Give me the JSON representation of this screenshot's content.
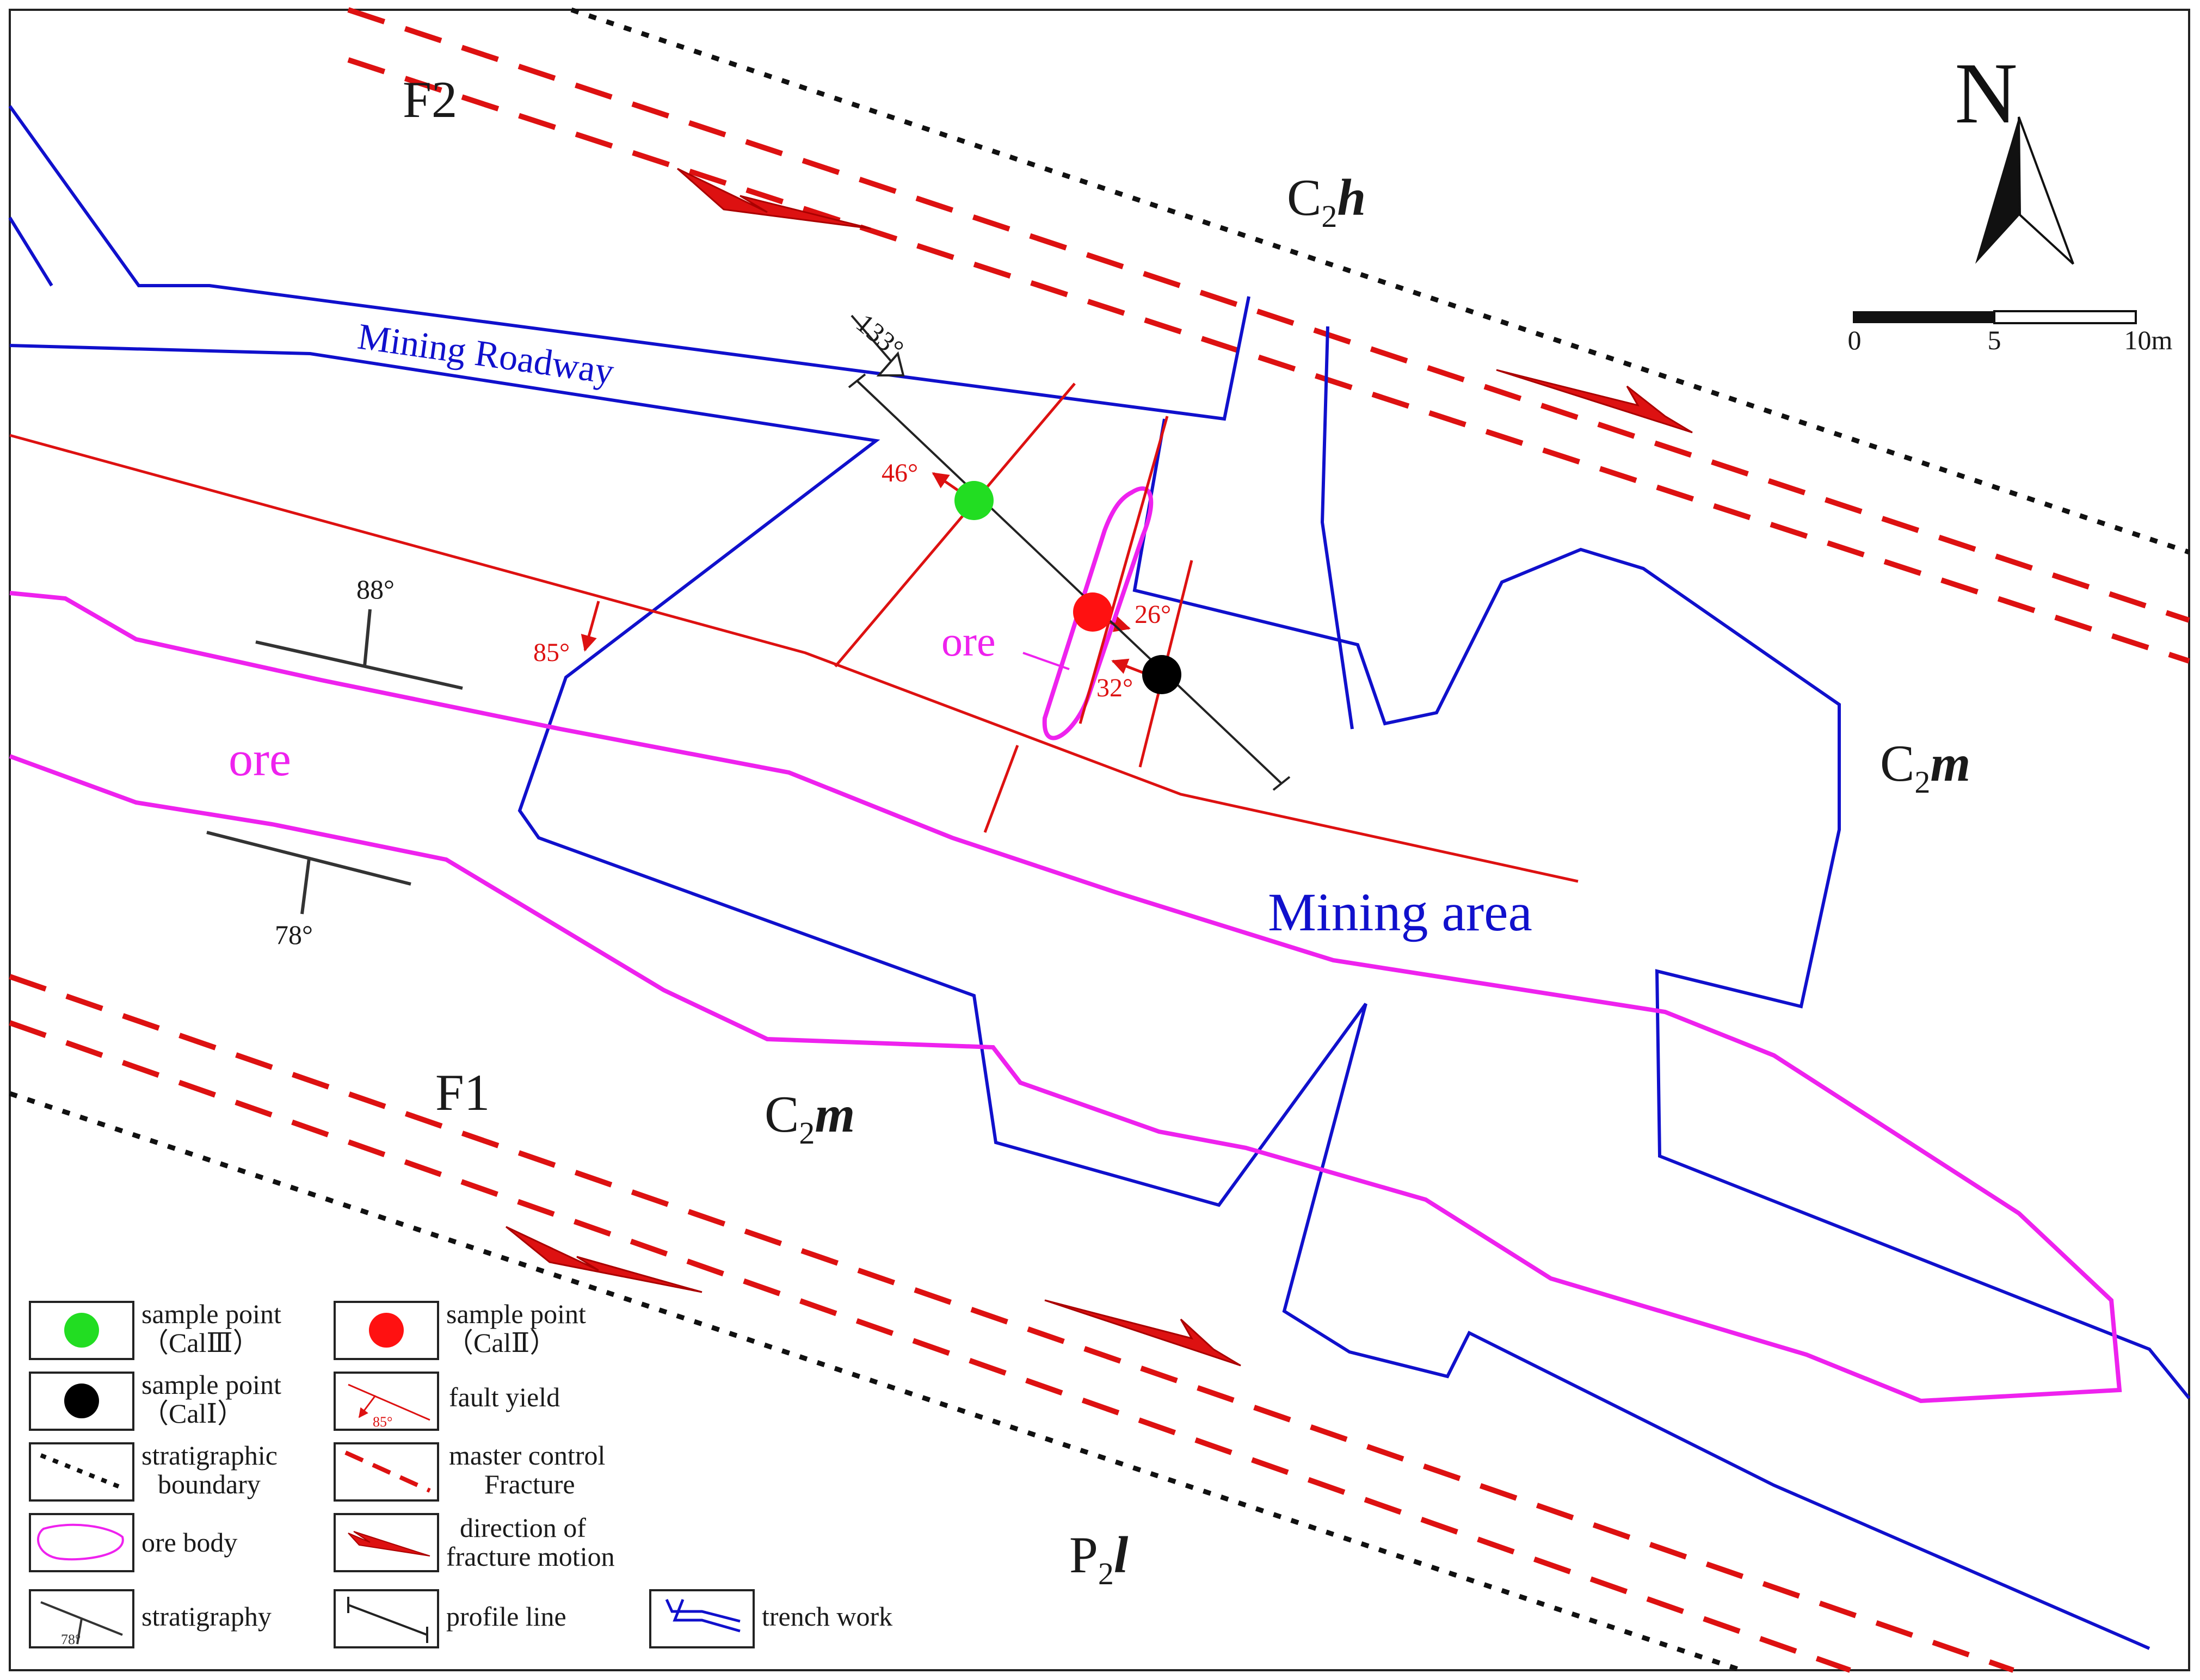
{
  "colors": {
    "trench": "#1010cc",
    "fracture": "#dd1111",
    "ore": "#ee22ee",
    "boundary": "#111111",
    "stratigraphy": "#333333",
    "sample_green": "#22dd22",
    "sample_red": "#ff1111",
    "sample_black": "#000000"
  },
  "labels": {
    "fault_f2": "F2",
    "fault_f1": "F1",
    "unit_c2h_main": "C",
    "unit_c2h_sub": "2",
    "unit_c2h_suffix": "h",
    "unit_c2m_east_main": "C",
    "unit_c2m_east_sub": "2",
    "unit_c2m_east_suffix": "m",
    "unit_c2m_south_main": "C",
    "unit_c2m_south_sub": "2",
    "unit_c2m_south_suffix": "m",
    "unit_p2l_main": "P",
    "unit_p2l_sub": "2",
    "unit_p2l_suffix": "l",
    "mining_roadway": "Mining Roadway",
    "mining_area": "Mining area",
    "ore_west": "ore",
    "ore_small": "ore",
    "dip_88": "88°",
    "dip_78": "78°",
    "fault_dip_85": "85°",
    "angle_46": "46°",
    "angle_26": "26°",
    "angle_32": "32°",
    "profile_azimuth": "133°"
  },
  "north_arrow": {
    "letter": "N"
  },
  "scale_bar": {
    "ticks": [
      "0",
      "5",
      "10m"
    ]
  },
  "legend": {
    "items": [
      {
        "key": "sample_callll",
        "line1": "sample point",
        "line2": "（CalⅢ）"
      },
      {
        "key": "sample_calll",
        "line1": "sample point",
        "line2": "（CalⅡ）"
      },
      {
        "key": "sample_call",
        "line1": "sample point",
        "line2": "（CalⅠ）"
      },
      {
        "key": "fault_yield",
        "line1": "fault yield",
        "line2": ""
      },
      {
        "key": "strat_boundary",
        "line1": "stratigraphic",
        "line2": "boundary"
      },
      {
        "key": "master_fracture",
        "line1": "master control",
        "line2": "Fracture"
      },
      {
        "key": "ore_body",
        "line1": "ore body",
        "line2": ""
      },
      {
        "key": "fracture_motion",
        "line1": "direction of",
        "line2": "fracture motion"
      },
      {
        "key": "stratigraphy",
        "line1": "stratigraphy",
        "line2": ""
      },
      {
        "key": "profile_line",
        "line1": "profile line",
        "line2": ""
      },
      {
        "key": "trench_work",
        "line1": "trench work",
        "line2": ""
      }
    ],
    "fault_yield_icon_value": "85°",
    "stratigraphy_icon_value": "78°"
  }
}
